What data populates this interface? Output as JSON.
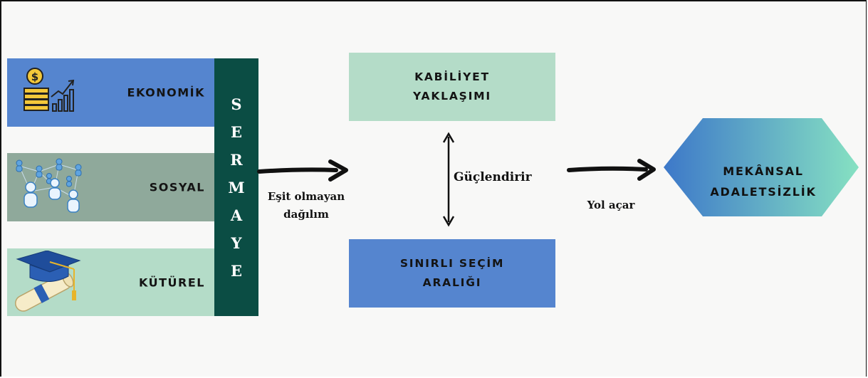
{
  "diagram": {
    "capital_types": [
      {
        "label": "EKONOMİK",
        "icon": "money-growth-icon",
        "color": "#5585cf"
      },
      {
        "label": "SOSYAL",
        "icon": "social-network-icon",
        "color": "#8fa99b"
      },
      {
        "label": "KÜTÜREL",
        "icon": "graduation-diploma-icon",
        "color": "#b4dcc8"
      }
    ],
    "capital_letters": [
      "S",
      "E",
      "R",
      "M",
      "A",
      "Y",
      "E"
    ],
    "capital_color": "#0b4d44",
    "arrow1_caption": "Eşit olmayan\ndağılım",
    "capability_box": "KABİLİYET\nYAKLAŞIMI",
    "restricted_box": "SINIRLI SEÇİM\nARALIĞI",
    "reinforce_caption": "Güçlendirir",
    "leads_caption": "Yol açar",
    "outcome": "MEKÂNSAL\nADALETSİZLİK",
    "outcome_gradient": [
      "#3d78c9",
      "#86e1c2"
    ]
  }
}
